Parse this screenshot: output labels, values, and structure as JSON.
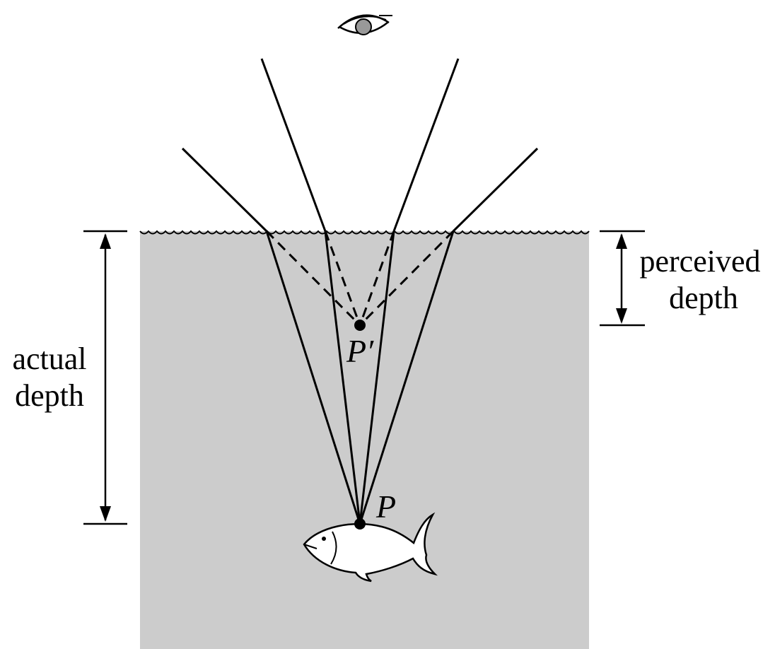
{
  "labels": {
    "actual_depth": [
      "actual",
      "depth"
    ],
    "perceived_depth": [
      "perceived",
      "depth"
    ],
    "point_real": "P",
    "point_image": "P′"
  },
  "colors": {
    "water": "#cccccc",
    "ink": "#000000",
    "background": "#ffffff"
  },
  "icons": [
    "eye-icon",
    "fish-icon"
  ]
}
